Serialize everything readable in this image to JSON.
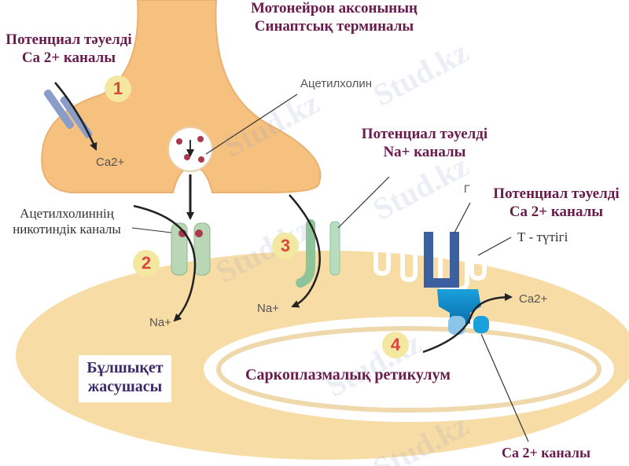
{
  "labels": {
    "terminal_line1": "Мотонейрон аксонының",
    "terminal_line2": "Синаптсық терминалы",
    "ca_channel_top_line1": "Потенциал тәуелді",
    "ca_channel_top_line2": "Ca 2+ каналы",
    "acetylcholine": "Ацетилхолин",
    "ca2_top": "Ca2+",
    "na_channel_line1": "Потенциал тәуелді",
    "na_channel_line2": "Na+ каналы",
    "nicotinic_line1": "Ацетилхолиннің",
    "nicotinic_line2": "никотиндік каналы",
    "t_mark": "Г",
    "ca_channel_right_line1": "Потенциал тәуелді",
    "ca_channel_right_line2": "Ca 2+ каналы",
    "t_tubule": "Т - түтігі",
    "na_left": "Na+",
    "na_mid": "Na+",
    "ca2_right": "Ca2+",
    "muscle_cell_line1": "Бұлшықет",
    "muscle_cell_line2": "жасушасы",
    "sarcoplasmic": "Саркоплазмалық ретикулум",
    "ca_channel_bottom": "Ca 2+ каналы"
  },
  "steps": [
    "1",
    "2",
    "3",
    "4"
  ],
  "watermark": "Stud.kz",
  "colors": {
    "terminal_fill": "#f6c07f",
    "cell_fill": "#f8dca5",
    "cell_outline": "#ffffff",
    "label_purple": "#6a1b4d",
    "step_circle": "#f4e7a0",
    "step_number": "#d9473f",
    "na_channel": "#8fc49a",
    "ca_channel_blue": "#3c5fa0",
    "ryr_channel": "#1e8fc8"
  }
}
